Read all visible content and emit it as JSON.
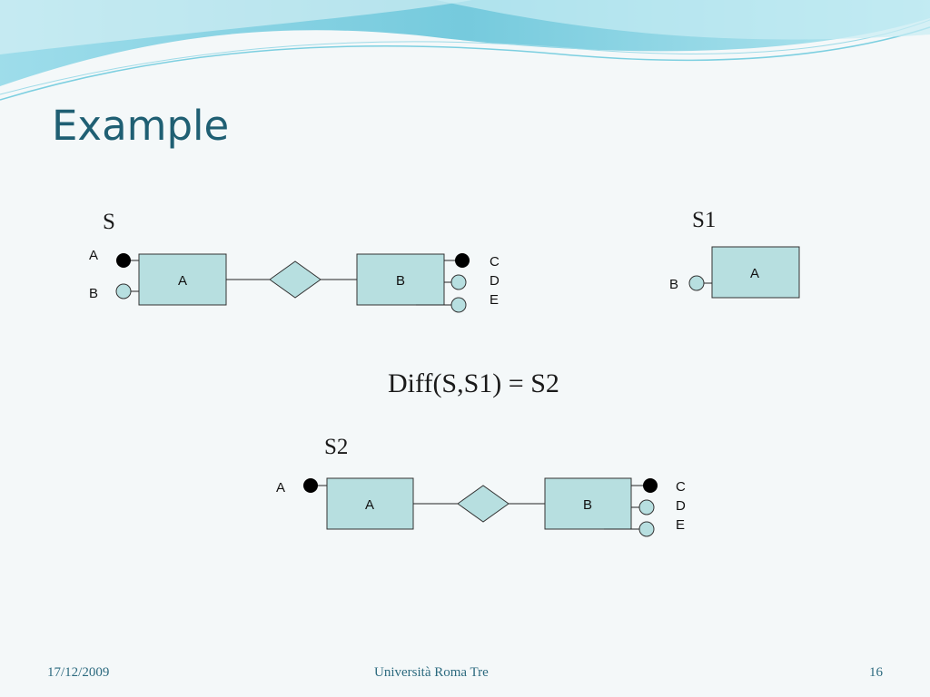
{
  "slide": {
    "title": "Example",
    "formula": "Diff(S,S1) = S2",
    "footer": {
      "date": "17/12/2009",
      "institution": "Università Roma Tre",
      "page_number": "16"
    }
  },
  "diagrams": {
    "S": {
      "label": "S",
      "entity_a": {
        "name": "A",
        "attr_top": "A",
        "attr_bottom": "B"
      },
      "entity_b": {
        "name": "B",
        "attrs": [
          "C",
          "D",
          "E"
        ]
      }
    },
    "S1": {
      "label": "S1",
      "entity_a": {
        "name": "A",
        "attr": "B"
      }
    },
    "S2": {
      "label": "S2",
      "entity_a": {
        "name": "A",
        "attr_top": "A"
      },
      "entity_b": {
        "name": "B",
        "attrs": [
          "C",
          "D",
          "E"
        ]
      }
    }
  },
  "colors": {
    "title": "#1f5f73",
    "box_fill": "#b7dfe0",
    "wave": "#6ecbde",
    "footer": "#2c6a7f"
  }
}
